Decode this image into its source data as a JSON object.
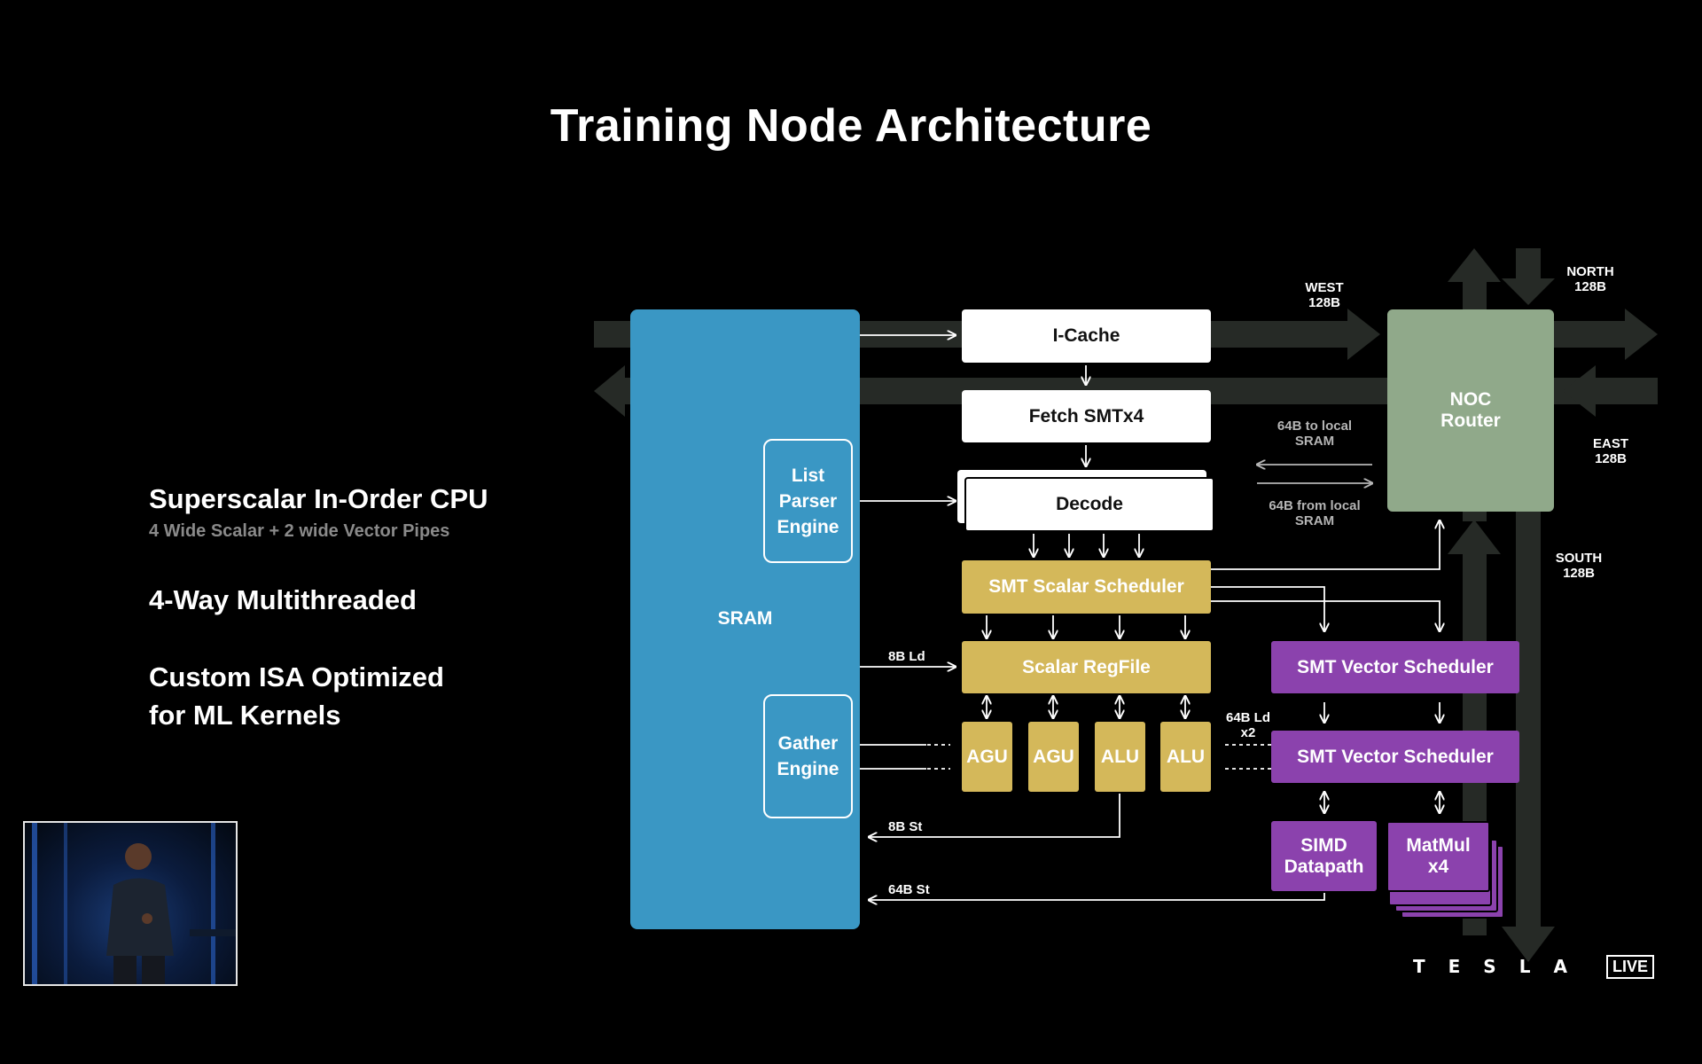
{
  "title": "Training Node Architecture",
  "features": [
    {
      "heading": "Superscalar In-Order CPU",
      "sub": "4 Wide Scalar + 2 wide Vector Pipes"
    },
    {
      "heading": "4-Way Multithreaded"
    },
    {
      "heading_line1": "Custom ISA Optimized",
      "heading_line2": "for ML Kernels"
    }
  ],
  "blocks": {
    "sram": "SRAM",
    "list_parser": [
      "List",
      "Parser",
      "Engine"
    ],
    "gather": [
      "Gather",
      "Engine"
    ],
    "icache": "I-Cache",
    "fetch": "Fetch  SMTx4",
    "decode": "Decode",
    "scalar_sched": "SMT Scalar Scheduler",
    "regfile": "Scalar RegFile",
    "units": [
      "AGU",
      "AGU",
      "ALU",
      "ALU"
    ],
    "vec_sched_1": "SMT Vector Scheduler",
    "vec_sched_2": "SMT Vector Scheduler",
    "simd": [
      "SIMD",
      "Datapath"
    ],
    "matmul": [
      "MatMul",
      "x4"
    ],
    "noc": [
      "NOC",
      "Router"
    ]
  },
  "labels": {
    "west": [
      "WEST",
      "128B"
    ],
    "north": [
      "NORTH",
      "128B"
    ],
    "east": [
      "EAST",
      "128B"
    ],
    "south": [
      "SOUTH",
      "128B"
    ],
    "to_local": [
      "64B to local",
      "SRAM"
    ],
    "from_local": [
      "64B from local",
      "SRAM"
    ],
    "ld8": "8B Ld",
    "st8": "8B St",
    "st64": "64B St",
    "ld64": [
      "64B Ld",
      "x2"
    ]
  },
  "colors": {
    "sram": "#3a97c4",
    "scalar": "#d4b85a",
    "vector": "#8b42ad",
    "noc": "#90a98a",
    "noc_arrows": "#262a26"
  },
  "branding": {
    "logo": "TESLA",
    "live": "LIVE"
  }
}
